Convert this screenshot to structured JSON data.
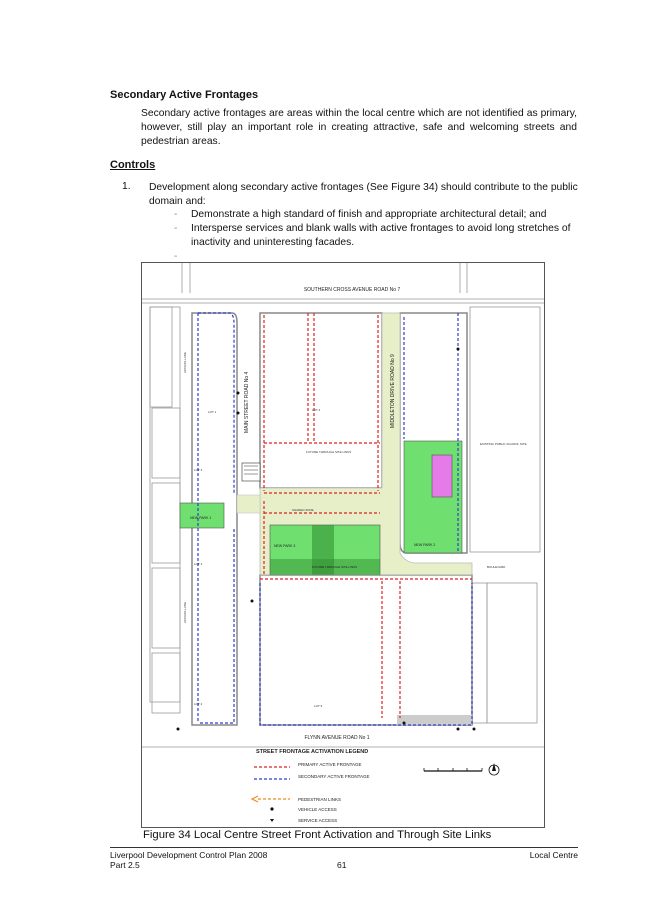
{
  "heading": "Secondary Active Frontages",
  "intro": "Secondary active frontages are areas within the local centre which are not identified as primary, however, still play an important role in creating attractive, safe and welcoming streets and pedestrian areas.",
  "controls_heading": "Controls",
  "control_1": {
    "number": "1.",
    "text": "Development along secondary active frontages (See Figure 34) should contribute to the public domain and:",
    "bullets": [
      "Demonstrate a high standard of finish and appropriate architectural detail; and",
      "Intersperse services and blank walls with active frontages to avoid long stretches of inactivity and uninteresting facades."
    ],
    "dash": "-"
  },
  "map": {
    "roads": {
      "top": "SOUTHERN CROSS AVENUE  ROAD No 7",
      "main": "MAIN STREET ROAD No 4",
      "middleton": "MIDDLETON DRIVE ROAD No 9",
      "bottom": "FLYNN AVENUE ROAD No 1"
    },
    "labels": {
      "access_lane_left": "ACCESS LANE",
      "access_lane_left2": "ACCESS LANE",
      "lot1": "LOT 1",
      "lot3": "LOT 3",
      "lot2": "LOT 2",
      "lot2b": "LOT 2",
      "lot4": "LOT 4",
      "lot5": "LOT 5",
      "new_park1": "NEW PARK 1",
      "new_park2": "NEW PARK 2",
      "new_park3": "NEW PARK 3",
      "future_through_1": "FUTURE THROUGH SITE LINKS",
      "future_through_2": "FUTURE THROUGH SITE LINKS",
      "shared_zone": "SHARED ZONE",
      "school": "EXISTING PUBLIC SCHOOL SITE",
      "boulevard": "BOULEVARD"
    },
    "legend": {
      "title": "STREET FRONTAGE ACTIVATION LEGEND",
      "primary": "PRIMARY ACTIVE FRONTAGE",
      "secondary": "SECONDARY ACTIVE FRONTAGE",
      "pedestrian": "PEDESTRIAN LINKS",
      "vehicle": "VEHICLE ACCESS",
      "service": "SERVICE ACCESS"
    },
    "colors": {
      "primary": "#e02020",
      "secondary": "#2d3fd0",
      "park": "#6fe06f",
      "school": "#e47be8",
      "shared": "#e7efc9",
      "pedestrian": "#f08a1a"
    }
  },
  "caption": "Figure 34 Local Centre Street Front Activation and Through Site Links",
  "footer": {
    "left_line1": "Liverpool Development Control Plan 2008",
    "left_line2": "Part 2.5",
    "page": "61",
    "right": "Local Centre"
  }
}
